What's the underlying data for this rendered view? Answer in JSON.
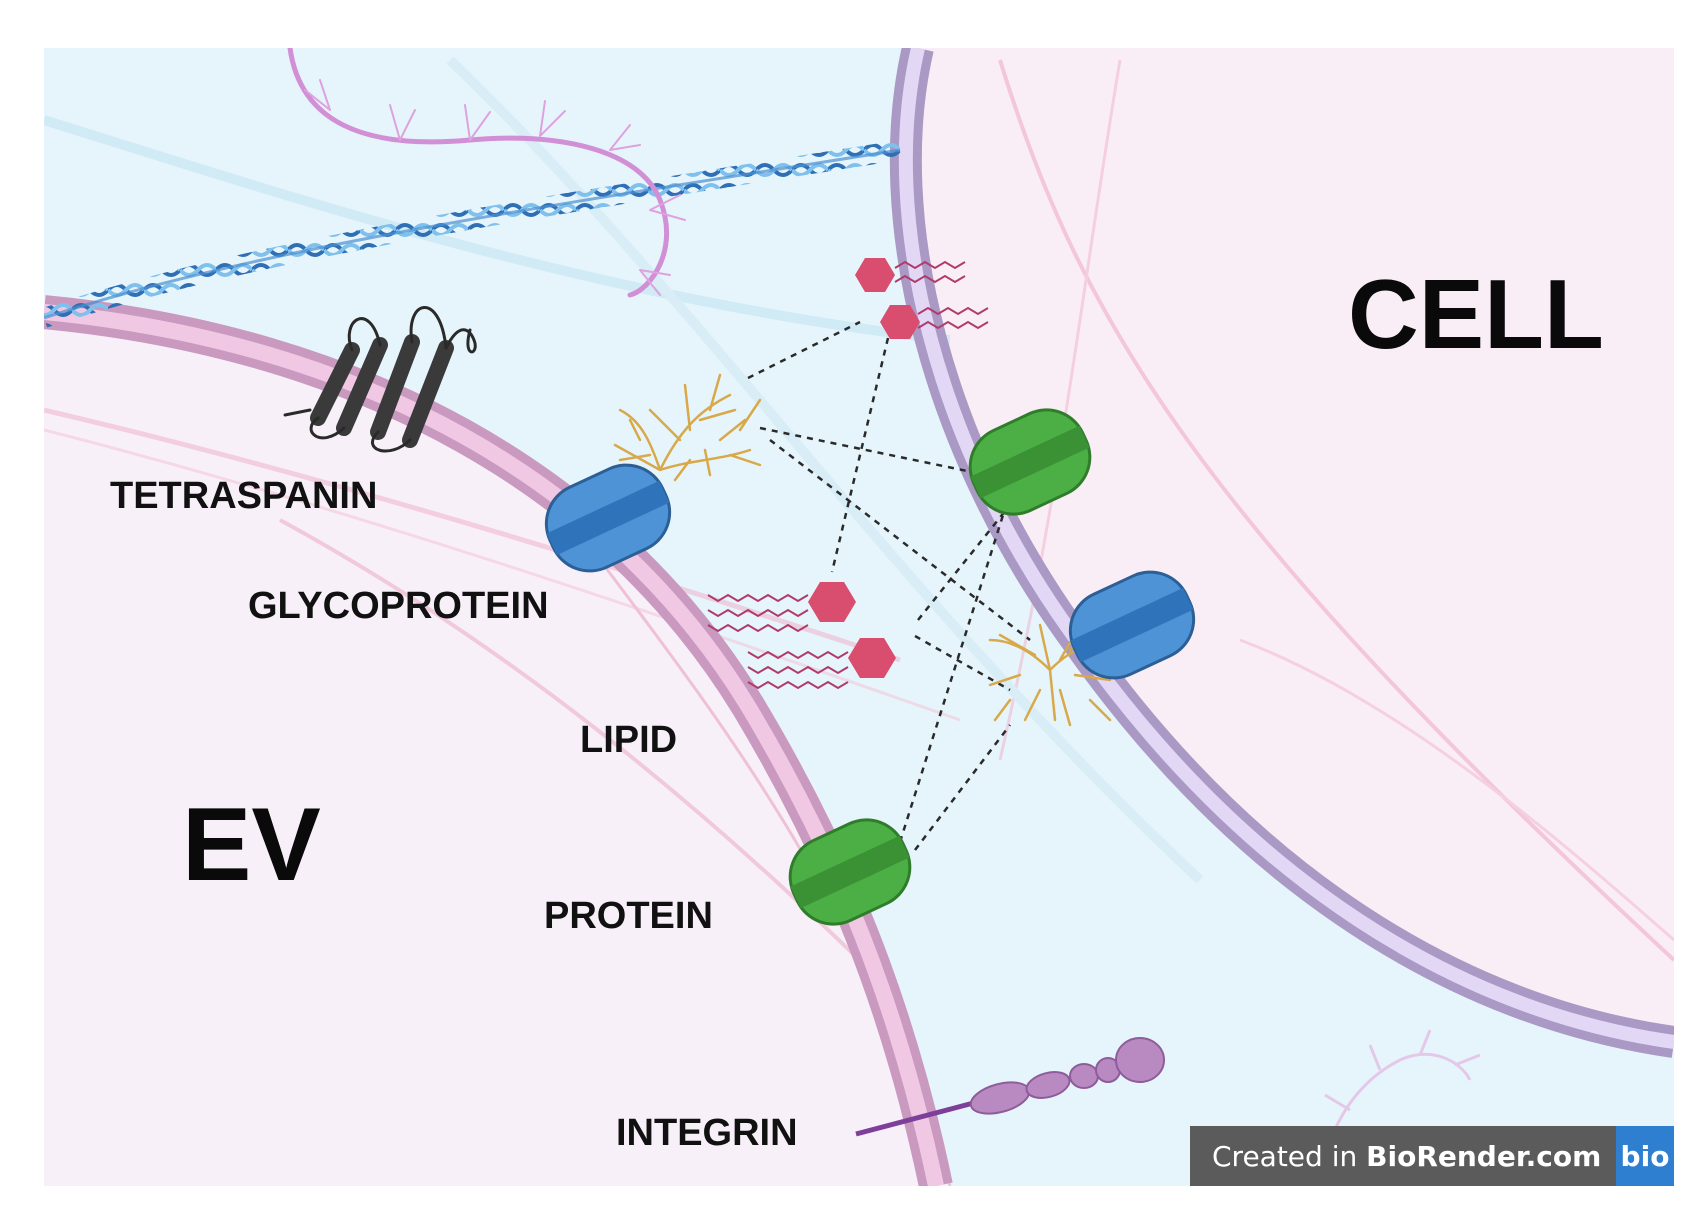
{
  "regions": {
    "ev": "EV",
    "cell": "CELL"
  },
  "labels": {
    "tetraspanin": "TETRASPANIN",
    "glycoprotein": "GLYCOPROTEIN",
    "lipid": "LIPID",
    "protein": "PROTEIN",
    "integrin": "INTEGRIN"
  },
  "watermark": {
    "prefix": "Created in ",
    "brand": "BioRender.com",
    "logo": "bio"
  },
  "colors": {
    "ev_fill": "#f8f0f8",
    "extracellular_fill": "#e6f5fb",
    "cell_fill": "#faeef6",
    "ev_membrane": "#c99ac0",
    "cell_membrane": "#b6a6cf",
    "protein_green": "#4caf45",
    "glycoprotein_blue": "#4d93d6",
    "lipid_head": "#d94d6e",
    "glycan_gold": "#d8a94a",
    "integrin_purple": "#b98ac2",
    "tetraspanin_dark": "#3a3a3a",
    "dna_blue": "#4a8fd0",
    "watermark_bg": "#5b5b5b",
    "watermark_logo_bg": "#2f7fd1"
  },
  "icons": [
    "tetraspanin-icon",
    "glycoprotein-icon",
    "lipid-icon",
    "protein-icon",
    "glycan-icon",
    "integrin-icon",
    "dna-helix-icon"
  ]
}
